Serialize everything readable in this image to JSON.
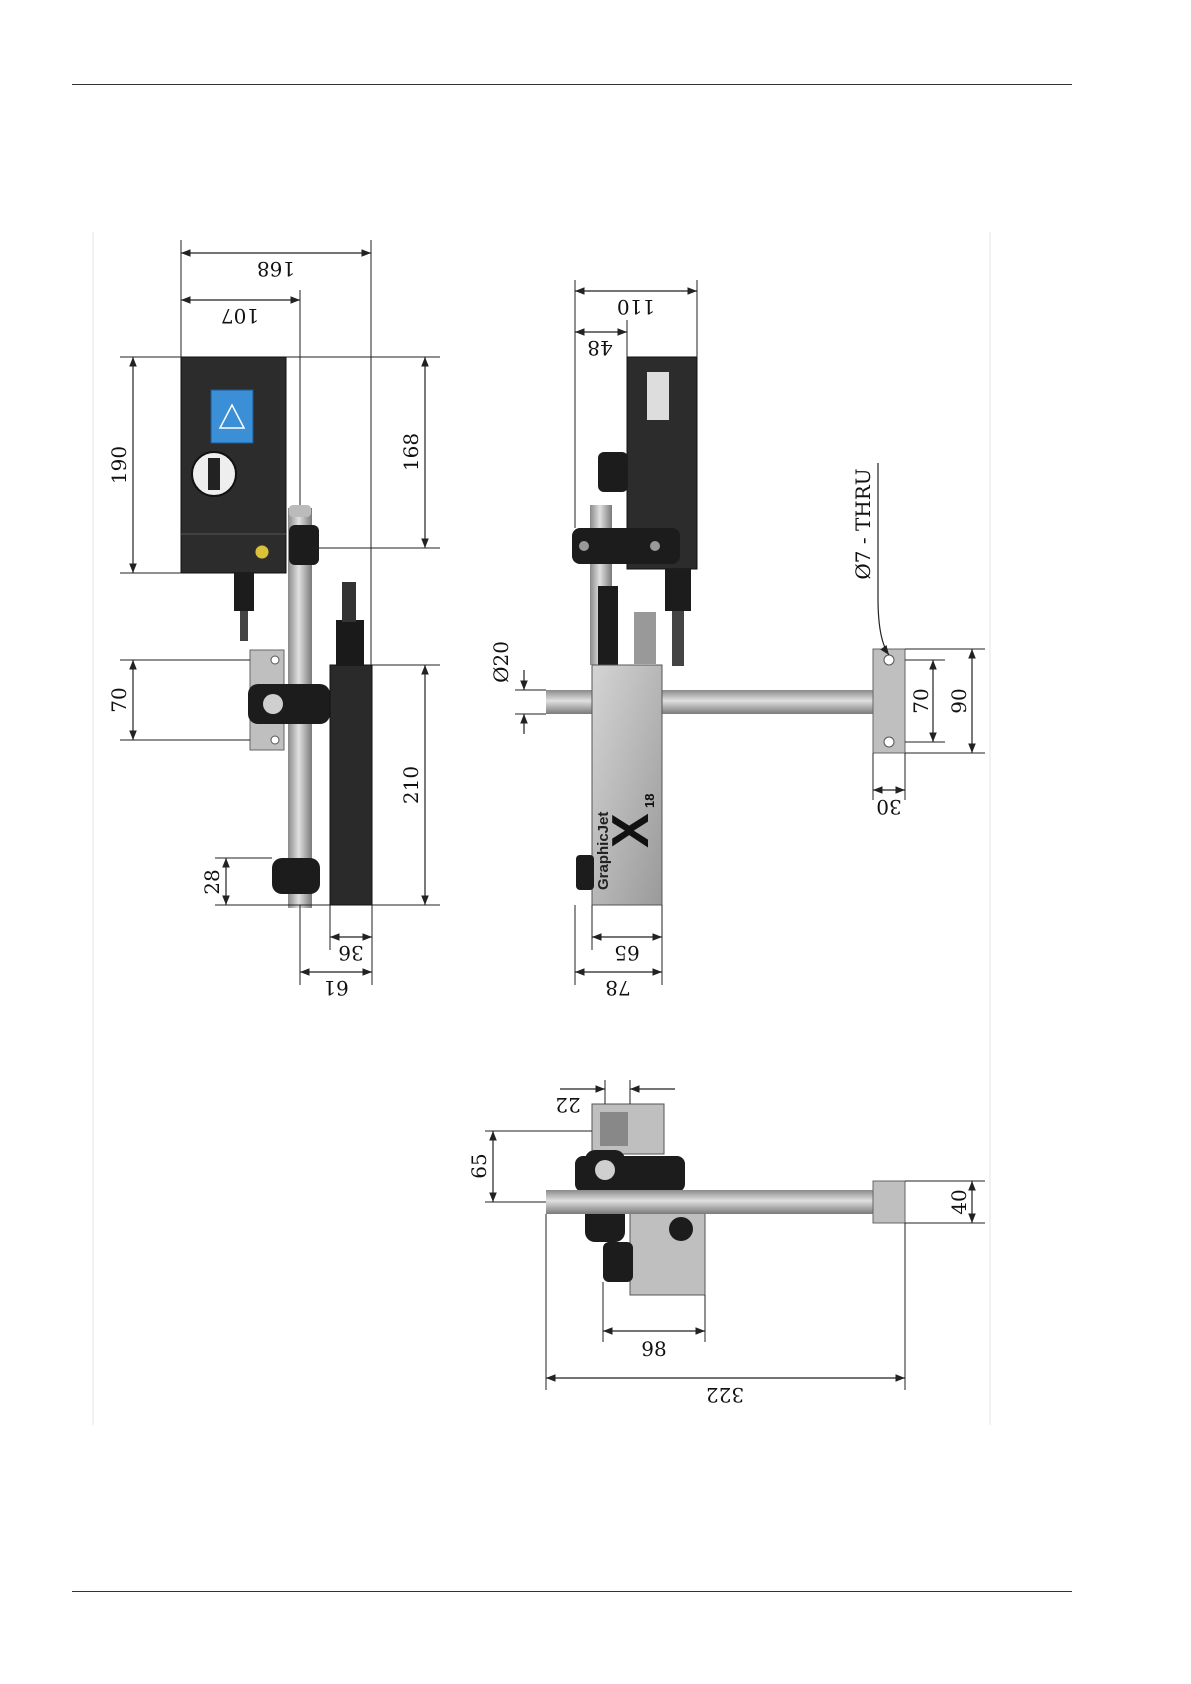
{
  "colors": {
    "housing": "#2c2c2c",
    "housing_edge": "#111111",
    "tube": "#a9a9a9",
    "tube_dark": "#7a7a7a",
    "bracket": "#bfbfbf",
    "printhead": "#b6b6b6",
    "clamp": "#1c1c1c",
    "label_blue": "#3a8fd6",
    "plug_yellow": "#d9c23a"
  },
  "icons": [
    "warning-triangle-icon",
    "connector-icon",
    "knob-icon"
  ],
  "views": {
    "front": {
      "dims": {
        "width_total": "168",
        "width_upper": "107",
        "height_housing": "190",
        "height_right": "168",
        "bracket_holes": "70",
        "head_length": "210",
        "clamp_height": "28",
        "head_width": "36",
        "rod_offset": "61"
      }
    },
    "side": {
      "dims": {
        "width_total": "110",
        "width_small": "48",
        "rod_diameter": "Ø20",
        "hole_spacing": "70",
        "plate_height": "90",
        "plate_thickness": "30",
        "head_width": "65",
        "head_total": "78"
      },
      "hole_callout": "Ø7 - THRU",
      "brand_text": "GraphicJet",
      "brand_mark": "X",
      "brand_num": "18"
    },
    "top": {
      "dims": {
        "clamp_width": "22",
        "offset": "65",
        "plate": "40",
        "housing": "98",
        "length_total": "322"
      }
    }
  }
}
